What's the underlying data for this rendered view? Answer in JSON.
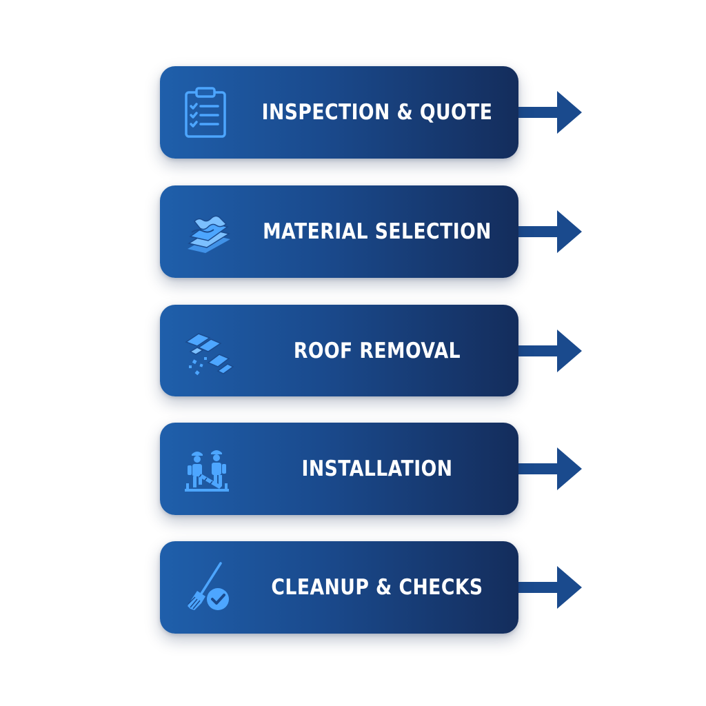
{
  "colors": {
    "box_left": "#1f5fab",
    "box_right": "#142d5c",
    "icon": "#4da6ff",
    "arrow": "#1a4a8d",
    "text": "#ffffff"
  },
  "steps": [
    {
      "label": "INSPECTION & QUOTE",
      "icon": "clipboard-checklist-icon"
    },
    {
      "label": "MATERIAL SELECTION",
      "icon": "roof-shingle-samples-icon"
    },
    {
      "label": "ROOF REMOVAL",
      "icon": "broken-shingles-icon"
    },
    {
      "label": "INSTALLATION",
      "icon": "workers-installing-roof-icon"
    },
    {
      "label": "CLEANUP & CHECKS",
      "icon": "broom-checkmark-icon"
    }
  ]
}
